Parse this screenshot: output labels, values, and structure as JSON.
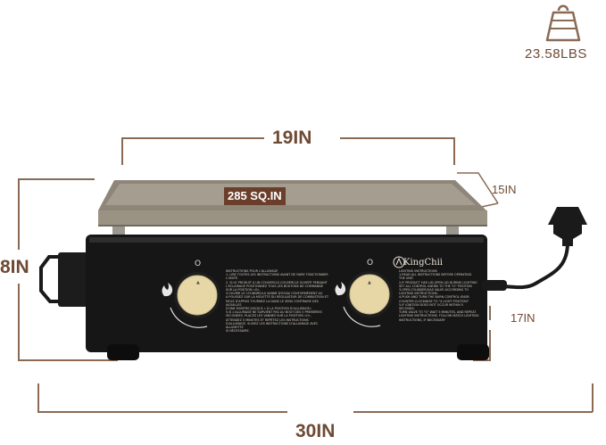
{
  "weight": {
    "label": "23.58LBS"
  },
  "dimensions": {
    "width_top": "19IN",
    "depth_top": "15IN",
    "height": "8IN",
    "height_right": "17IN",
    "width_bottom": "30IN"
  },
  "plate": {
    "area_label": "285 SQ.IN"
  },
  "brand": {
    "name": "KingChii"
  },
  "instructions": {
    "left": [
      "INSTRUCTIONS POUR L'ALLUMAGE",
      "1. LIRE TOUTES LES INSTRUCTIONS AVANT DE FAIRE FONCTIONNER L'UNITÉ.",
      "2. SI LE PRODUIT A UN COUVERCLE,COUVERCLE OUVERT PENDANT",
      "L'ECLAIRAGE POSITIONNEZ TOUS LES BOUTONS DE COMMANDE",
      "SUR LA POSITION «O».",
      "3.OUVRIR LE CYLINDRE/LA VANNE D'ESSAI CONFORMÉMENT AU",
      "A POUSSEZ SUR LA MOLETTE DU RÉGULATEUR DE COMBUSTION ET",
      "MOLE D'APPUIS TOURNEZ LA DANS LE SENS CONTRAIRE DES AIGUILLES",
      "D'UNE MONTRE JUSQU'À « À LA POSITION D'ALLUMAGE».",
      "5.SI L'ALLUMAGE NE SURVIENT PAS AU BOUT DES 5 PREMIÈRES",
      "SECONDES, PLACEZ LES VANNES SUR LA POSITION «O»,",
      "ATTENDEZ 5 MINUTES ET RÉPÉTEZ LES INSTRUCTIONS",
      "D'ALLUMAGE. SUIVEZ LES INSTRUCTIONS D'ALLUMAGE AVEC ALLUMETTE",
      "SI NÉCESSAIRE."
    ],
    "right": [
      "LIGHTING INSTRUCTIONS",
      "1.READ ALL INSTRUCTIONS BEFORE OPERATING",
      "THE UNIT.",
      "2.IF PRODUCT HAS LID,OPEN LID DURING LIGHTING",
      "SET ALL CONTROL KNOBS TO THE \"O\" POSITION",
      "3.OPEN CYLINDER/GAS VALVE ACCORDING TO",
      "LIGHTING INSTRUCTIONS.",
      "4.PUSH AND TURN THE BURN CONTROL KNOB",
      "COUNTER-CLOCKWISE TO \"4 LIGHT POSITION\"",
      "5.IF IGNITION DOES NOT OCCUR WITHIN 5 SECONDS,",
      "TURN VALVE TO \"O\" WAIT 5 MINUTES, AND REPEAT",
      "LIGHTING INSTRUCTIONS. FOLLOW MATCH LIGHTING",
      "INSTRUCTIONS, IF NECESSARY"
    ]
  },
  "colors": {
    "dimension": "#8a6a55",
    "label": "#6e4a33",
    "body": "#161616",
    "plate": "#9d9688",
    "knob": "#e8d7a6"
  },
  "icons": [
    "weight-icon",
    "flame-icon",
    "power-plug-icon"
  ]
}
